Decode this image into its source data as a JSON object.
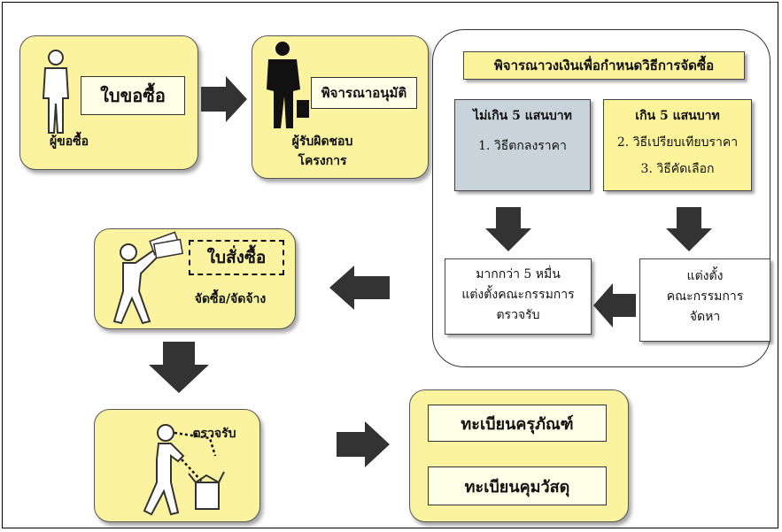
{
  "buyer_box": {
    "paper": "ใบขอซื้อ",
    "label": "ผู้ขอซื้อ"
  },
  "approver_box": {
    "paper": "พิจารณาอนุมัติ",
    "label_line1": "ผู้รับผิดชอบ",
    "label_line2": "โครงการ"
  },
  "budget_panel": {
    "title": "พิจารณาวงเงินเพื่อกำหนดวิธีการจัดซื้อ",
    "under": {
      "heading": "ไม่เกิน 5 แสนบาท",
      "method1": "1. วิธีตกลงราคา"
    },
    "over": {
      "heading": "เกิน 5 แสนบาท",
      "method2": "2. วิธีเปรียบเทียบราคา",
      "method3": "3. วิธีคัดเลือก"
    },
    "committee_left": {
      "line1": "มากกว่า 5 หมื่น",
      "line2": "แต่งตั้งคณะกรรมการ",
      "line3": "ตรวจรับ"
    },
    "committee_right": {
      "line1": "แต่งตั้ง",
      "line2": "คณะกรรมการ",
      "line3": "จัดหา"
    }
  },
  "purchase_box": {
    "paper": "ใบสั่งซื้อ",
    "label": "จัดซื้อ/จัดจ้าง"
  },
  "inspect_box": {
    "label": "ตรวจรับ"
  },
  "registry_box": {
    "item1": "ทะเบียนครุภัณฑ์",
    "item2": "ทะเบียนคุมวัสดุ"
  },
  "colors": {
    "yellow_box": "#fbf3a0",
    "gray_box": "#c9d3da",
    "light_yellow": "#fcf39a",
    "arrow": "#333333"
  }
}
